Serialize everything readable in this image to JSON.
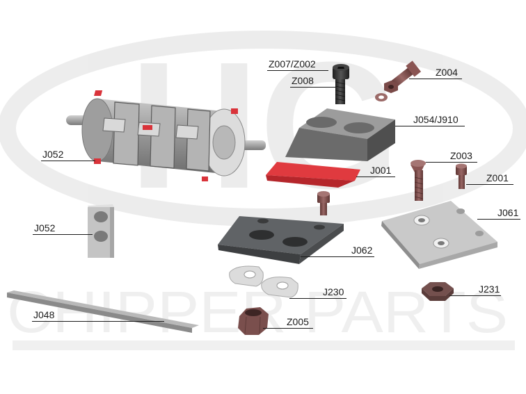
{
  "watermark": {
    "logo_text": "HG",
    "caption": "CHIPPER PARTS"
  },
  "labels": {
    "z007_z002": "Z007/Z002",
    "z008": "Z008",
    "z004": "Z004",
    "j054_j910": "J054/J910",
    "j052_rotor": "J052",
    "z003": "Z003",
    "j001": "J001",
    "z001": "Z001",
    "j061": "J061",
    "j052_block": "J052",
    "j062": "J062",
    "j230": "J230",
    "j231": "J231",
    "j048": "J048",
    "z005": "Z005"
  },
  "colors": {
    "accent_red": "#d9333a",
    "bolt_brown": "#7a4a48",
    "steel_grey": "#8a8a8a",
    "dark_grey": "#55585a",
    "light_grey": "#d2d2d2"
  }
}
